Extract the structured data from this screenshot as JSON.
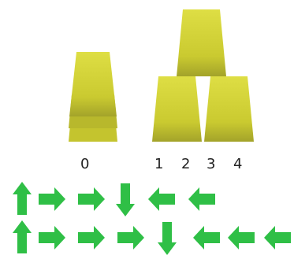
{
  "colors": {
    "cup_top": "#cdcd2e",
    "cup_bottom": "#a3a32a",
    "cup_light": "#dede44",
    "arrow": "#2fbf46"
  },
  "labels": {
    "stack": "0",
    "positions": [
      "1",
      "2",
      "3",
      "4"
    ]
  },
  "sequences": [
    {
      "name": "sequence-1",
      "arrows": [
        "up",
        "right",
        "right",
        "down",
        "left",
        "left"
      ]
    },
    {
      "name": "sequence-2",
      "arrows": [
        "up",
        "right",
        "right",
        "right",
        "down",
        "left",
        "left",
        "left"
      ]
    }
  ]
}
